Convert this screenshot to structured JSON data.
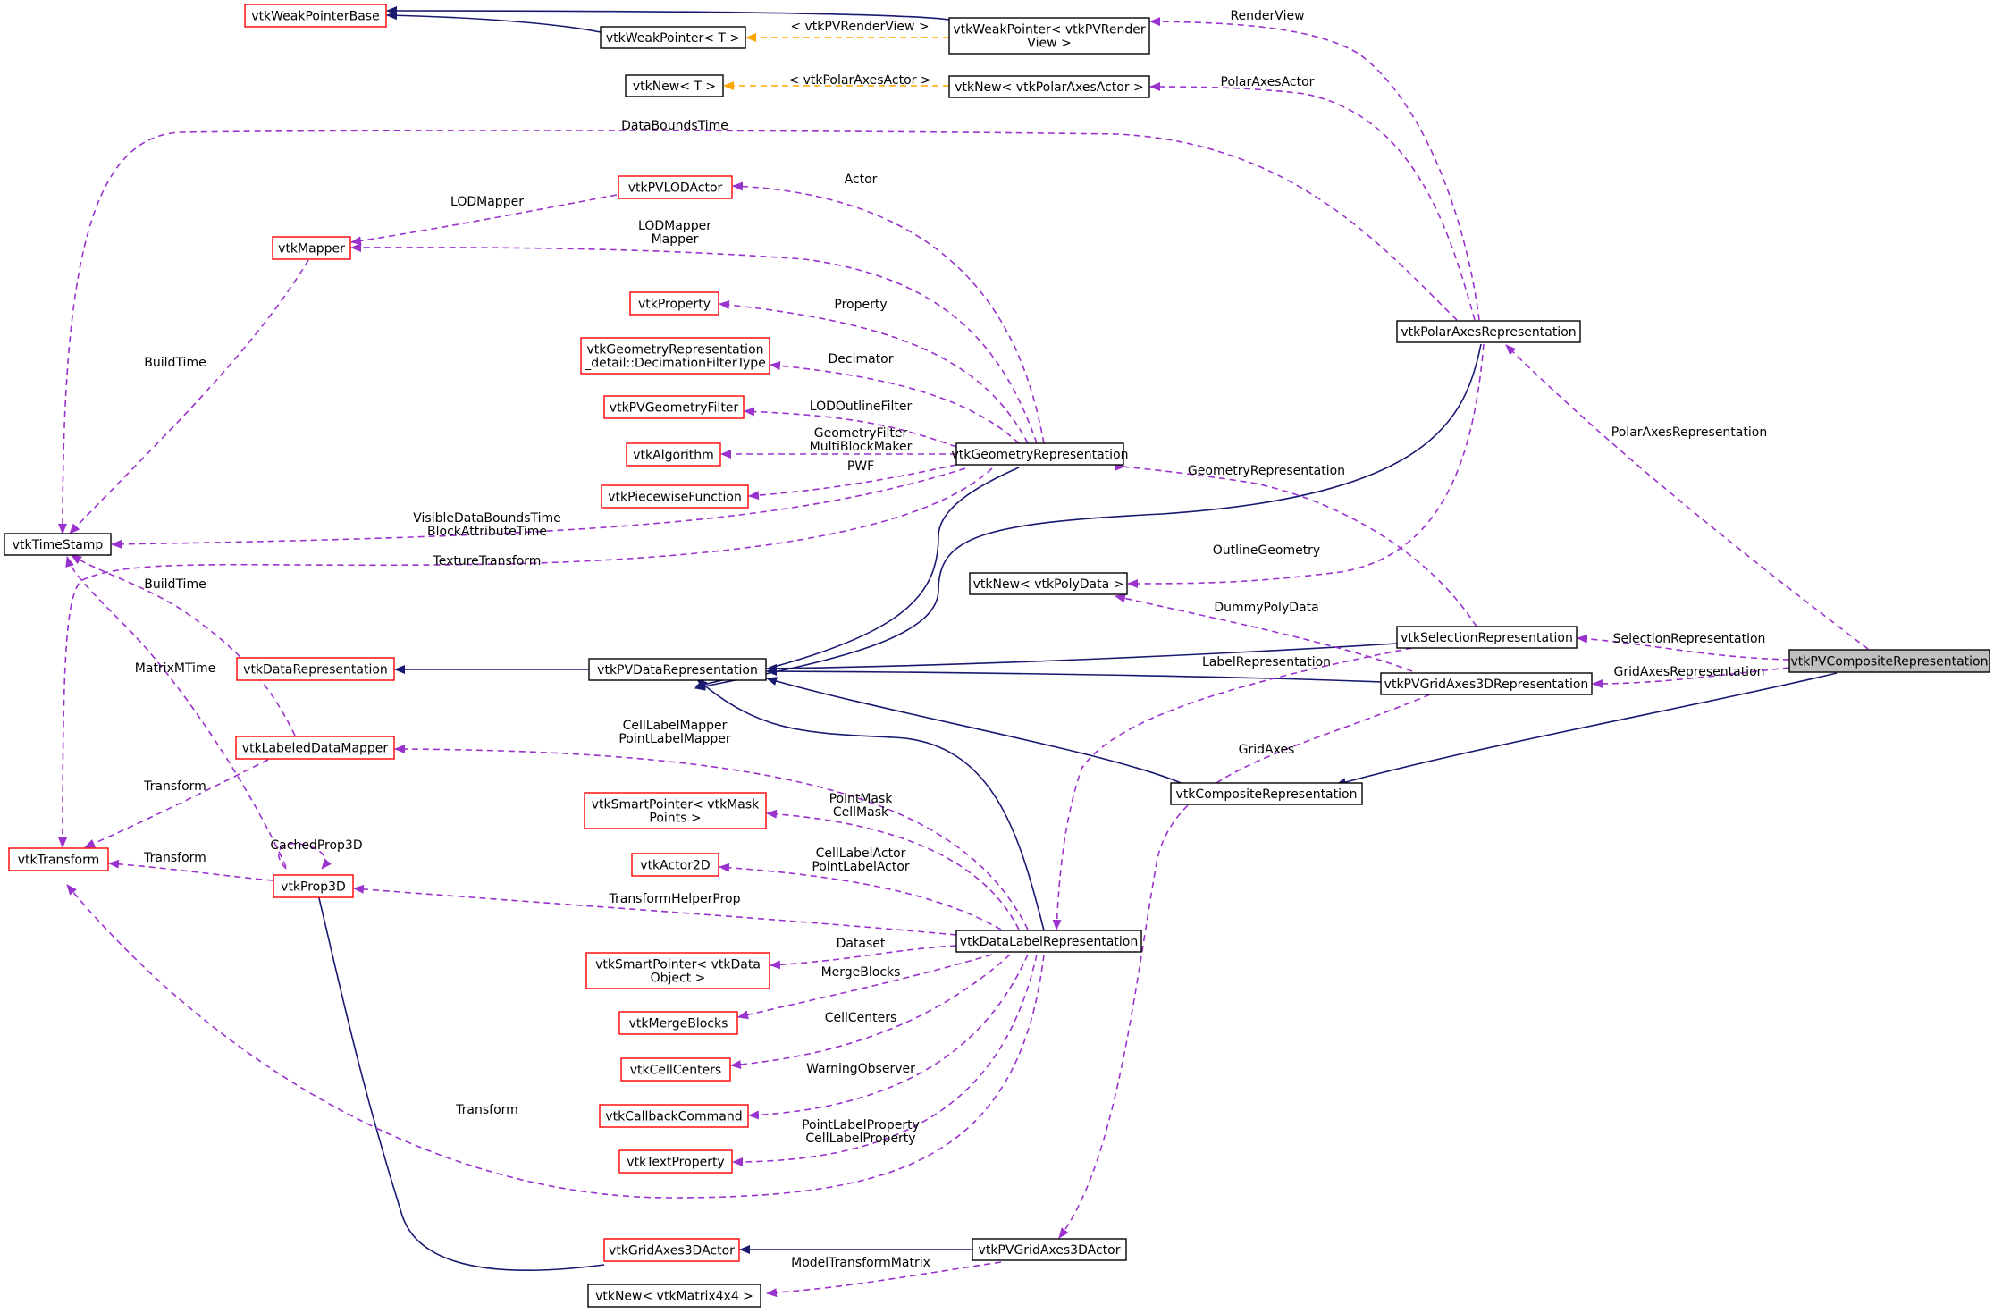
{
  "colors": {
    "inheritance": "#191970",
    "usage": "#9a32cd",
    "template": "#ffa500",
    "incomplete_border": "#ff0000",
    "complete_border": "#000000",
    "focus_fill": "#bfbfbf"
  },
  "nodes": {
    "vtkWeakPointerBase": [
      "vtkWeakPointerBase"
    ],
    "vtkWeakPointerT": [
      "vtkWeakPointer< T >"
    ],
    "vtkWeakPointerRV": [
      "vtkWeakPointer< vtkPVRender",
      "View >"
    ],
    "vtkNewT": [
      "vtkNew< T >"
    ],
    "vtkNewPolarAxes": [
      "vtkNew< vtkPolarAxesActor >"
    ],
    "vtkPVLODActor": [
      "vtkPVLODActor"
    ],
    "vtkMapper": [
      "vtkMapper"
    ],
    "vtkProperty": [
      "vtkProperty"
    ],
    "vtkGeomRepDetail": [
      "vtkGeometryRepresentation",
      "_detail::DecimationFilterType"
    ],
    "vtkPVGeometryFilter": [
      "vtkPVGeometryFilter"
    ],
    "vtkAlgorithm": [
      "vtkAlgorithm"
    ],
    "vtkPiecewiseFunction": [
      "vtkPiecewiseFunction"
    ],
    "vtkTimeStamp": [
      "vtkTimeStamp"
    ],
    "vtkGeometryRepresentation": [
      "vtkGeometryRepresentation"
    ],
    "vtkPolarAxesRepresentation": [
      "vtkPolarAxesRepresentation"
    ],
    "vtkNewPolyData": [
      "vtkNew< vtkPolyData >"
    ],
    "vtkSelectionRepresentation": [
      "vtkSelectionRepresentation"
    ],
    "vtkPVCompositeRepresentation": [
      "vtkPVCompositeRepresentation"
    ],
    "vtkDataRepresentation": [
      "vtkDataRepresentation"
    ],
    "vtkPVDataRepresentation": [
      "vtkPVDataRepresentation"
    ],
    "vtkPVGridAxes3DRepresentation": [
      "vtkPVGridAxes3DRepresentation"
    ],
    "vtkLabeledDataMapper": [
      "vtkLabeledDataMapper"
    ],
    "vtkCompositeRepresentation": [
      "vtkCompositeRepresentation"
    ],
    "vtkSmartPointerMask": [
      "vtkSmartPointer< vtkMask",
      "Points >"
    ],
    "vtkTransform": [
      "vtkTransform"
    ],
    "vtkActor2D": [
      "vtkActor2D"
    ],
    "vtkProp3D": [
      "vtkProp3D"
    ],
    "vtkDataLabelRepresentation": [
      "vtkDataLabelRepresentation"
    ],
    "vtkSmartPointerData": [
      "vtkSmartPointer< vtkData",
      "Object >"
    ],
    "vtkMergeBlocks": [
      "vtkMergeBlocks"
    ],
    "vtkCellCenters": [
      "vtkCellCenters"
    ],
    "vtkCallbackCommand": [
      "vtkCallbackCommand"
    ],
    "vtkTextProperty": [
      "vtkTextProperty"
    ],
    "vtkGridAxes3DActor": [
      "vtkGridAxes3DActor"
    ],
    "vtkPVGridAxes3DActor": [
      "vtkPVGridAxes3DActor"
    ],
    "vtkNewMatrix4x4": [
      "vtkNew< vtkMatrix4x4 >"
    ]
  },
  "edge_labels": {
    "pv_render_view": [
      "< vtkPVRenderView >"
    ],
    "polar_axes_actor_tpl": [
      "< vtkPolarAxesActor >"
    ],
    "render_view": [
      "RenderView"
    ],
    "polar_axes_actor": [
      "PolarAxesActor"
    ],
    "data_bounds_time": [
      "DataBoundsTime"
    ],
    "actor": [
      "Actor"
    ],
    "lod_mapper": [
      "LODMapper"
    ],
    "lod_mapper_mapper": [
      "LODMapper",
      "Mapper"
    ],
    "build_time_1": [
      "BuildTime"
    ],
    "property": [
      "Property"
    ],
    "decimator": [
      "Decimator"
    ],
    "lod_outline_filter": [
      "LODOutlineFilter"
    ],
    "geometry_filter": [
      "GeometryFilter",
      "MultiBlockMaker"
    ],
    "pwf": [
      "PWF"
    ],
    "visible_bounds": [
      "VisibleDataBoundsTime",
      "BlockAttributeTime"
    ],
    "texture_transform": [
      "TextureTransform"
    ],
    "build_time_2": [
      "BuildTime"
    ],
    "polar_axes_rep": [
      "PolarAxesRepresentation"
    ],
    "geometry_rep": [
      "GeometryRepresentation"
    ],
    "outline_geometry": [
      "OutlineGeometry"
    ],
    "dummy_poly_data": [
      "DummyPolyData"
    ],
    "selection_rep": [
      "SelectionRepresentation"
    ],
    "label_rep": [
      "LabelRepresentation"
    ],
    "grid_axes_rep": [
      "GridAxesRepresentation"
    ],
    "matrix_mtime": [
      "MatrixMTime"
    ],
    "cell_label_mapper": [
      "CellLabelMapper",
      "PointLabelMapper"
    ],
    "grid_axes": [
      "GridAxes"
    ],
    "transform_1": [
      "Transform"
    ],
    "point_mask": [
      "PointMask",
      "CellMask"
    ],
    "cached_prop3d": [
      "CachedProp3D"
    ],
    "transform_2": [
      "Transform"
    ],
    "cell_label_actor": [
      "CellLabelActor",
      "PointLabelActor"
    ],
    "transform_helper_prop": [
      "TransformHelperProp"
    ],
    "dataset": [
      "Dataset"
    ],
    "merge_blocks": [
      "MergeBlocks"
    ],
    "cell_centers": [
      "CellCenters"
    ],
    "warning_observer": [
      "WarningObserver"
    ],
    "transform_3": [
      "Transform"
    ],
    "label_property": [
      "PointLabelProperty",
      "CellLabelProperty"
    ],
    "model_transform_matrix": [
      "ModelTransformMatrix"
    ]
  }
}
